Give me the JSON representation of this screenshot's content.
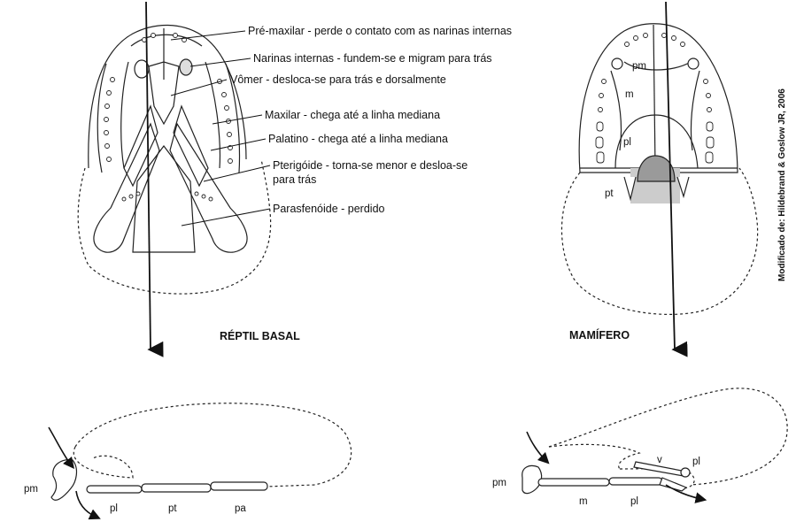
{
  "reptile": {
    "title": "RÉPTIL BASAL",
    "annotations": [
      {
        "id": "premaxilla",
        "text": "Pré-maxilar - perde o contato com as narinas internas"
      },
      {
        "id": "internal-nares",
        "text": "Narinas internas - fundem-se e migram para trás"
      },
      {
        "id": "vomer",
        "text": "Vômer - desloca-se para trás e dorsalmente"
      },
      {
        "id": "maxilla",
        "text": "Maxilar - chega até a linha mediana"
      },
      {
        "id": "palatine",
        "text": "Palatino - chega até a linha mediana"
      },
      {
        "id": "pterygoid",
        "text": "Pterigóide - torna-se menor e desloa-se",
        "text2": "para trás"
      },
      {
        "id": "parasphenoid",
        "text": "Parasfenóide - perdido"
      }
    ],
    "side_labels": {
      "pm": "pm",
      "pl": "pl",
      "pt": "pt",
      "pa": "pa"
    }
  },
  "mammal": {
    "title": "MAMÍFERO",
    "palate_labels": {
      "pm": "pm",
      "m": "m",
      "pl": "pl",
      "pt": "pt"
    },
    "side_labels": {
      "pm": "pm",
      "m": "m",
      "pl": "pl",
      "v": "v",
      "pl2": "pl"
    }
  },
  "credit": "Modificado de: Hildebrand & Goslow JR, 2006"
}
